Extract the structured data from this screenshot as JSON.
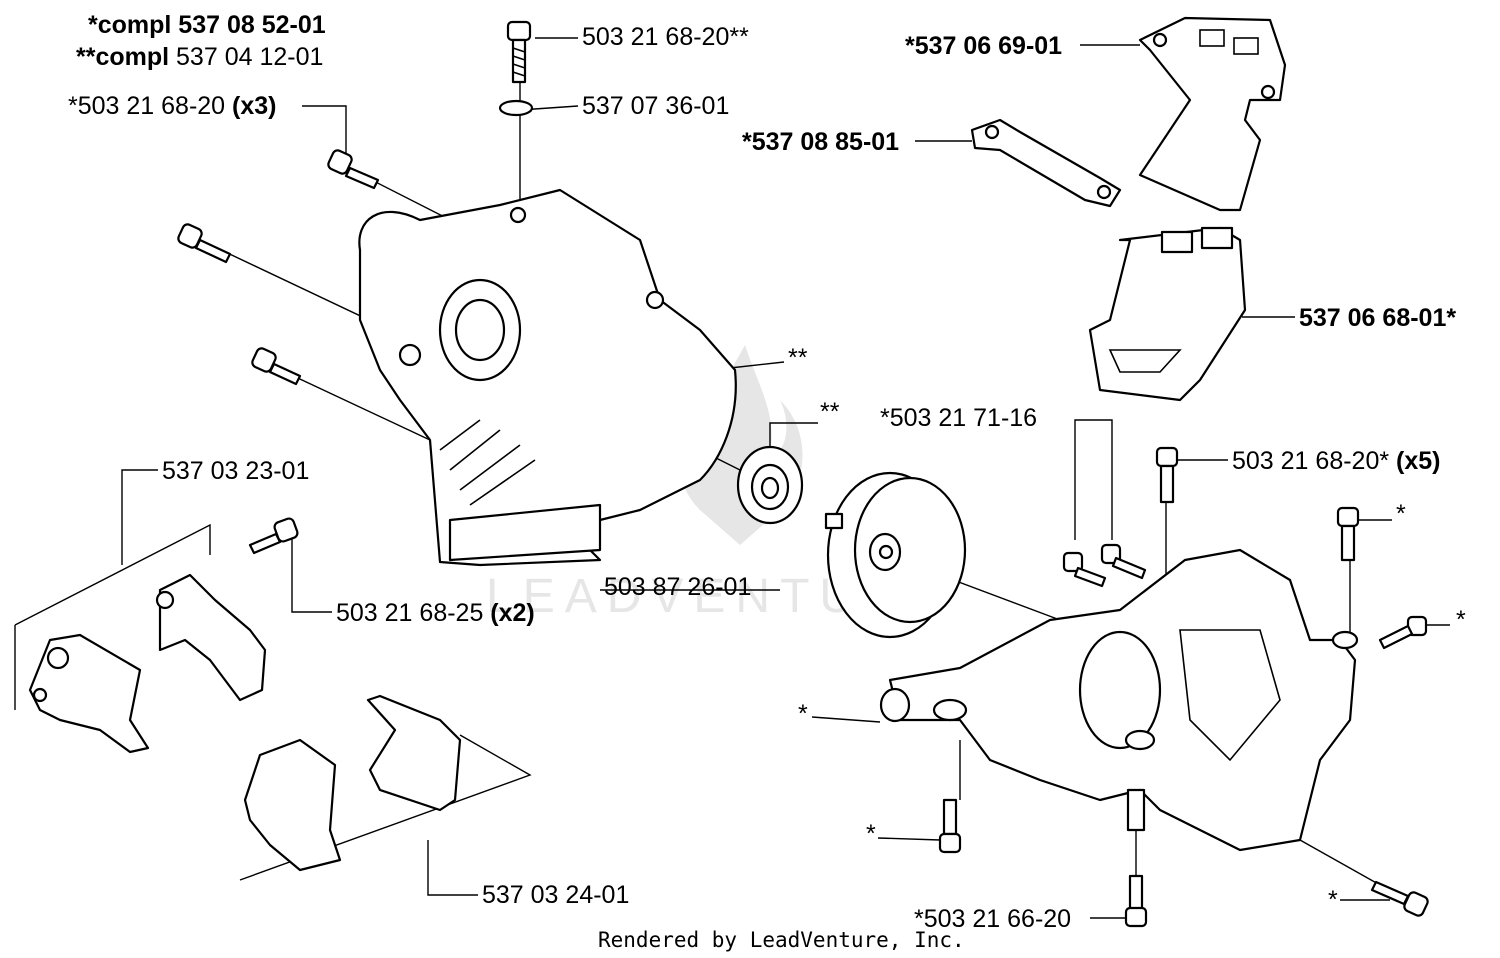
{
  "header": {
    "compl1_prefix": "*compl ",
    "compl1_num": "537 08 52-01",
    "compl2_prefix": "**compl ",
    "compl2_num": "537 04 12-01"
  },
  "labels": {
    "screw_x3": "*503 21 68-20 ",
    "screw_x3_qty": "(x3)",
    "top_screw": "503 21 68-20**",
    "washer": "537 07 36-01",
    "gasket_top": "*537 06 69-01",
    "gasket_mid": "*537 08 85-01",
    "cover_right": "537 06 68-01*",
    "crank_left_mark": "**",
    "bearing_mark": "**",
    "screw_pair": "*503 21 71-16",
    "screw_x5": "503 21 68-20* ",
    "screw_x5_qty": "(x5)",
    "clamp_top": "537 03 23-01",
    "screw_x2": "503 21 68-25 ",
    "screw_x2_qty": "(x2)",
    "flywheel": "503 87 26-01",
    "star_right_top": "*",
    "star_right_mid": "*",
    "star_left_mid": "*",
    "star_left_low": "*",
    "star_right_low": "*",
    "clamp_bottom": "537 03 24-01",
    "screw_bottom": "*503 21 66-20"
  },
  "watermark": "LEADVENTURE",
  "footer": "Rendered by LeadVenture, Inc."
}
